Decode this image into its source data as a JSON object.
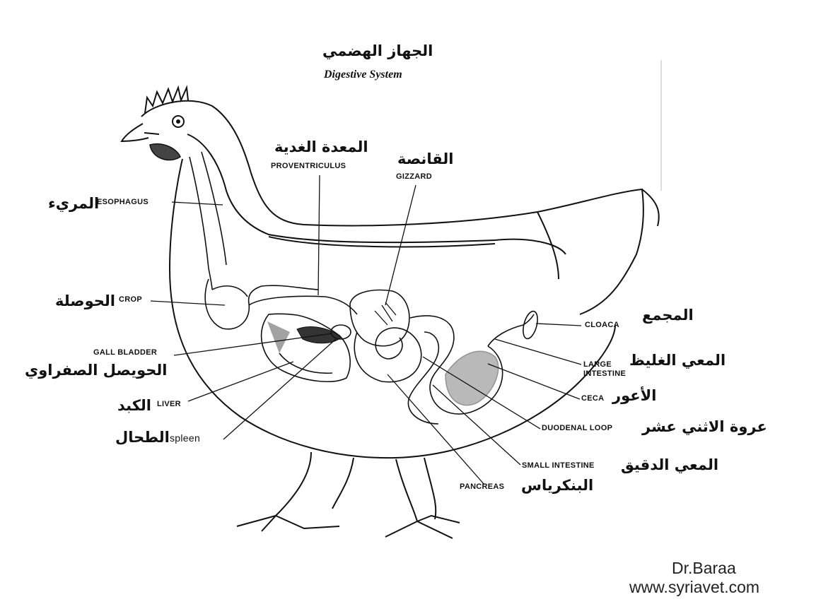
{
  "title": {
    "arabic": "الجهاز الهضمي",
    "english": "Digestive System"
  },
  "labels": [
    {
      "id": "proventriculus",
      "arabic": "المعدة الغدية",
      "english": "PROVENTRICULUS"
    },
    {
      "id": "gizzard",
      "arabic": "القانصة",
      "english": "GIZZARD"
    },
    {
      "id": "esophagus",
      "arabic": "المريء",
      "english": "ESOPHAGUS"
    },
    {
      "id": "crop",
      "arabic": "الحوصلة",
      "english": "CROP"
    },
    {
      "id": "gall-bladder",
      "arabic": "الحويصل الصفراوي",
      "english": "GALL BLADDER"
    },
    {
      "id": "liver",
      "arabic": "الكبد",
      "english": "LIVER"
    },
    {
      "id": "spleen",
      "arabic": "الطحال",
      "english": "spleen"
    },
    {
      "id": "cloaca",
      "arabic": "المجمع",
      "english": "CLOACA"
    },
    {
      "id": "large-intestine",
      "arabic": "المعي الغليظ",
      "english": "LARGE INTESTINE"
    },
    {
      "id": "ceca",
      "arabic": "الأعور",
      "english": "CECA"
    },
    {
      "id": "duodenal-loop",
      "arabic": "عروة الاثني عشر",
      "english": "DUODENAL LOOP"
    },
    {
      "id": "small-intestine",
      "arabic": "المعي الدقيق",
      "english": "SMALL INTESTINE"
    },
    {
      "id": "pancreas",
      "arabic": "البنكرياس",
      "english": "PANCREAS"
    }
  ],
  "credit": {
    "author": "Dr.Baraa",
    "website": "www.syriavet.com"
  }
}
